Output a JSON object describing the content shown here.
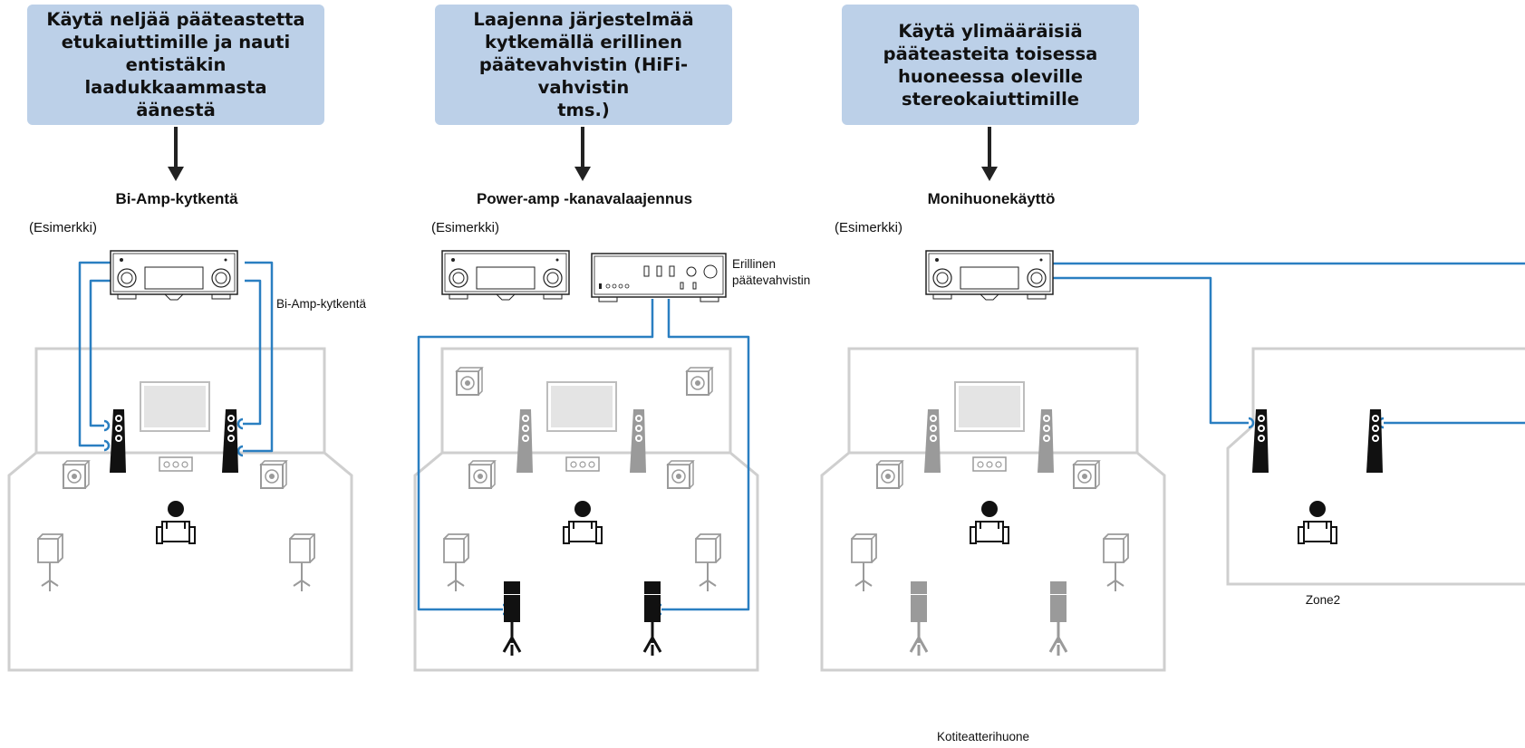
{
  "panels": {
    "bi_amp": {
      "box_text": "Käytä neljää pääteastetta\netukaiuttimille ja nauti\nentistäkin laadukkaammasta\näänestä",
      "title": "Bi-Amp-kytkentä",
      "example": "(Esimerkki)",
      "connection_label": "Bi-Amp-kytkentä"
    },
    "power_amp": {
      "box_text": "Laajenna järjestelmää\nkytkemällä erillinen\npäätevahvistin (HiFi-vahvistin\ntms.)",
      "title": "Power-amp -kanavalaajennus",
      "example": "(Esimerkki)",
      "amp_label": "Erillinen\npäätevahvistin"
    },
    "multi_room": {
      "box_text": "Käytä ylimääräisiä\npääteasteita toisessa\nhuoneessa oleville\nstereokaiuttimille",
      "title": "Monihuonekäyttö",
      "example": "(Esimerkki)",
      "room_main": "Kotiteatterihuone",
      "room_zone2": "Zone2"
    }
  },
  "colors": {
    "box": "#bcd0e8",
    "cable": "#2a7fc1",
    "room": "#cfcfcf",
    "speaker_active": "#111111",
    "speaker_inactive": "#9a9a9a"
  }
}
